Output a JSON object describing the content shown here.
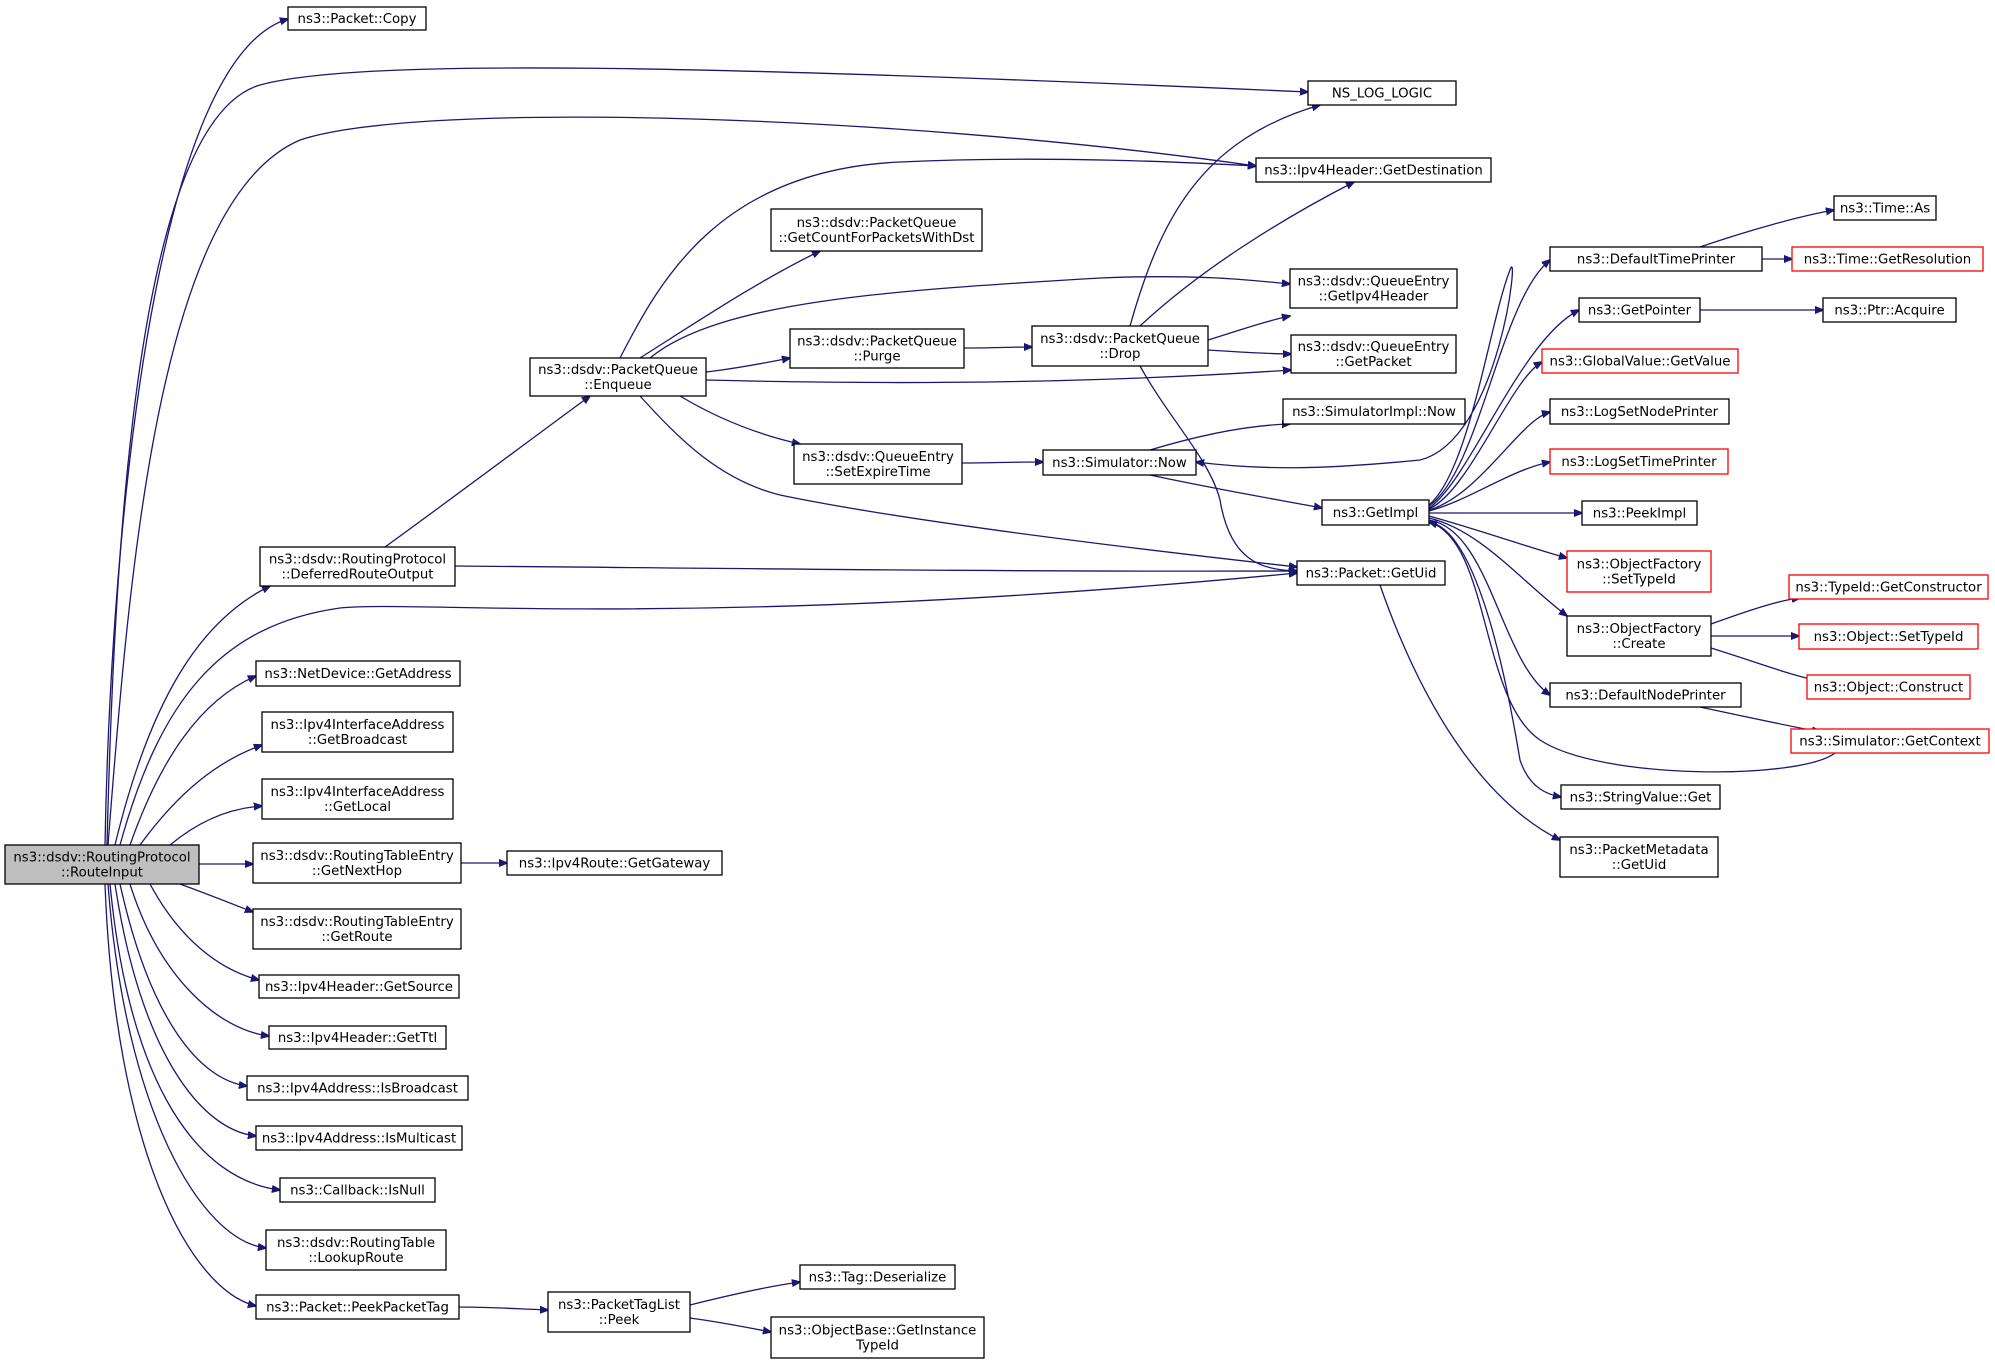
{
  "diagram": {
    "nodes": [
      {
        "id": "root",
        "lines": [
          "ns3::dsdv::RoutingProtocol",
          "::RouteInput"
        ]
      },
      {
        "id": "copy",
        "lines": [
          "ns3::Packet::Copy"
        ]
      },
      {
        "id": "nslog",
        "lines": [
          "NS_LOG_LOGIC"
        ]
      },
      {
        "id": "getdest",
        "lines": [
          "ns3::Ipv4Header::GetDestination"
        ]
      },
      {
        "id": "getcount",
        "lines": [
          "ns3::dsdv::PacketQueue",
          "::GetCountForPacketsWithDst"
        ]
      },
      {
        "id": "getipv4hdr",
        "lines": [
          "ns3::dsdv::QueueEntry",
          "::GetIpv4Header"
        ]
      },
      {
        "id": "purge",
        "lines": [
          "ns3::dsdv::PacketQueue",
          "::Purge"
        ]
      },
      {
        "id": "drop",
        "lines": [
          "ns3::dsdv::PacketQueue",
          "::Drop"
        ]
      },
      {
        "id": "getpacket",
        "lines": [
          "ns3::dsdv::QueueEntry",
          "::GetPacket"
        ]
      },
      {
        "id": "enqueue",
        "lines": [
          "ns3::dsdv::PacketQueue",
          "::Enqueue"
        ]
      },
      {
        "id": "simimplnow",
        "lines": [
          "ns3::SimulatorImpl::Now"
        ]
      },
      {
        "id": "setexpire",
        "lines": [
          "ns3::dsdv::QueueEntry",
          "::SetExpireTime"
        ]
      },
      {
        "id": "simnow",
        "lines": [
          "ns3::Simulator::Now"
        ]
      },
      {
        "id": "getimpl",
        "lines": [
          "ns3::GetImpl"
        ]
      },
      {
        "id": "deferred",
        "lines": [
          "ns3::dsdv::RoutingProtocol",
          "::DeferredRouteOutput"
        ]
      },
      {
        "id": "getuid",
        "lines": [
          "ns3::Packet::GetUid"
        ]
      },
      {
        "id": "getaddress",
        "lines": [
          "ns3::NetDevice::GetAddress"
        ]
      },
      {
        "id": "getbroadcast",
        "lines": [
          "ns3::Ipv4InterfaceAddress",
          "::GetBroadcast"
        ]
      },
      {
        "id": "getlocal",
        "lines": [
          "ns3::Ipv4InterfaceAddress",
          "::GetLocal"
        ]
      },
      {
        "id": "getnexthop",
        "lines": [
          "ns3::dsdv::RoutingTableEntry",
          "::GetNextHop"
        ]
      },
      {
        "id": "getgateway",
        "lines": [
          "ns3::Ipv4Route::GetGateway"
        ]
      },
      {
        "id": "getroute",
        "lines": [
          "ns3::dsdv::RoutingTableEntry",
          "::GetRoute"
        ]
      },
      {
        "id": "getsource",
        "lines": [
          "ns3::Ipv4Header::GetSource"
        ]
      },
      {
        "id": "getttl",
        "lines": [
          "ns3::Ipv4Header::GetTtl"
        ]
      },
      {
        "id": "isbroadcast",
        "lines": [
          "ns3::Ipv4Address::IsBroadcast"
        ]
      },
      {
        "id": "ismulticast",
        "lines": [
          "ns3::Ipv4Address::IsMulticast"
        ]
      },
      {
        "id": "isnull",
        "lines": [
          "ns3::Callback::IsNull"
        ]
      },
      {
        "id": "lookuproute",
        "lines": [
          "ns3::dsdv::RoutingTable",
          "::LookupRoute"
        ]
      },
      {
        "id": "peekpackettag",
        "lines": [
          "ns3::Packet::PeekPacketTag"
        ]
      },
      {
        "id": "ptlpeek",
        "lines": [
          "ns3::PacketTagList",
          "::Peek"
        ]
      },
      {
        "id": "tagdeser",
        "lines": [
          "ns3::Tag::Deserialize"
        ]
      },
      {
        "id": "getinsttypeid",
        "lines": [
          "ns3::ObjectBase::GetInstance",
          "TypeId"
        ]
      },
      {
        "id": "deftimeprinter",
        "lines": [
          "ns3::DefaultTimePrinter"
        ]
      },
      {
        "id": "timeas",
        "lines": [
          "ns3::Time::As"
        ]
      },
      {
        "id": "getresolution",
        "lines": [
          "ns3::Time::GetResolution"
        ]
      },
      {
        "id": "getpointer",
        "lines": [
          "ns3::GetPointer"
        ]
      },
      {
        "id": "ptracquire",
        "lines": [
          "ns3::Ptr::Acquire"
        ]
      },
      {
        "id": "gvgetvalue",
        "lines": [
          "ns3::GlobalValue::GetValue"
        ]
      },
      {
        "id": "logsetnode",
        "lines": [
          "ns3::LogSetNodePrinter"
        ]
      },
      {
        "id": "logsettime",
        "lines": [
          "ns3::LogSetTimePrinter"
        ]
      },
      {
        "id": "peekimpl",
        "lines": [
          "ns3::PeekImpl"
        ]
      },
      {
        "id": "ofsettypeid",
        "lines": [
          "ns3::ObjectFactory",
          "::SetTypeId"
        ]
      },
      {
        "id": "ofcreate",
        "lines": [
          "ns3::ObjectFactory",
          "::Create"
        ]
      },
      {
        "id": "getconstructor",
        "lines": [
          "ns3::TypeId::GetConstructor"
        ]
      },
      {
        "id": "objsettypeid",
        "lines": [
          "ns3::Object::SetTypeId"
        ]
      },
      {
        "id": "objconstruct",
        "lines": [
          "ns3::Object::Construct"
        ]
      },
      {
        "id": "defnodeprinter",
        "lines": [
          "ns3::DefaultNodePrinter"
        ]
      },
      {
        "id": "getcontext",
        "lines": [
          "ns3::Simulator::GetContext"
        ]
      },
      {
        "id": "stringget",
        "lines": [
          "ns3::StringValue::Get"
        ]
      },
      {
        "id": "pmgetuid",
        "lines": [
          "ns3::PacketMetadata",
          "::GetUid"
        ]
      }
    ]
  }
}
